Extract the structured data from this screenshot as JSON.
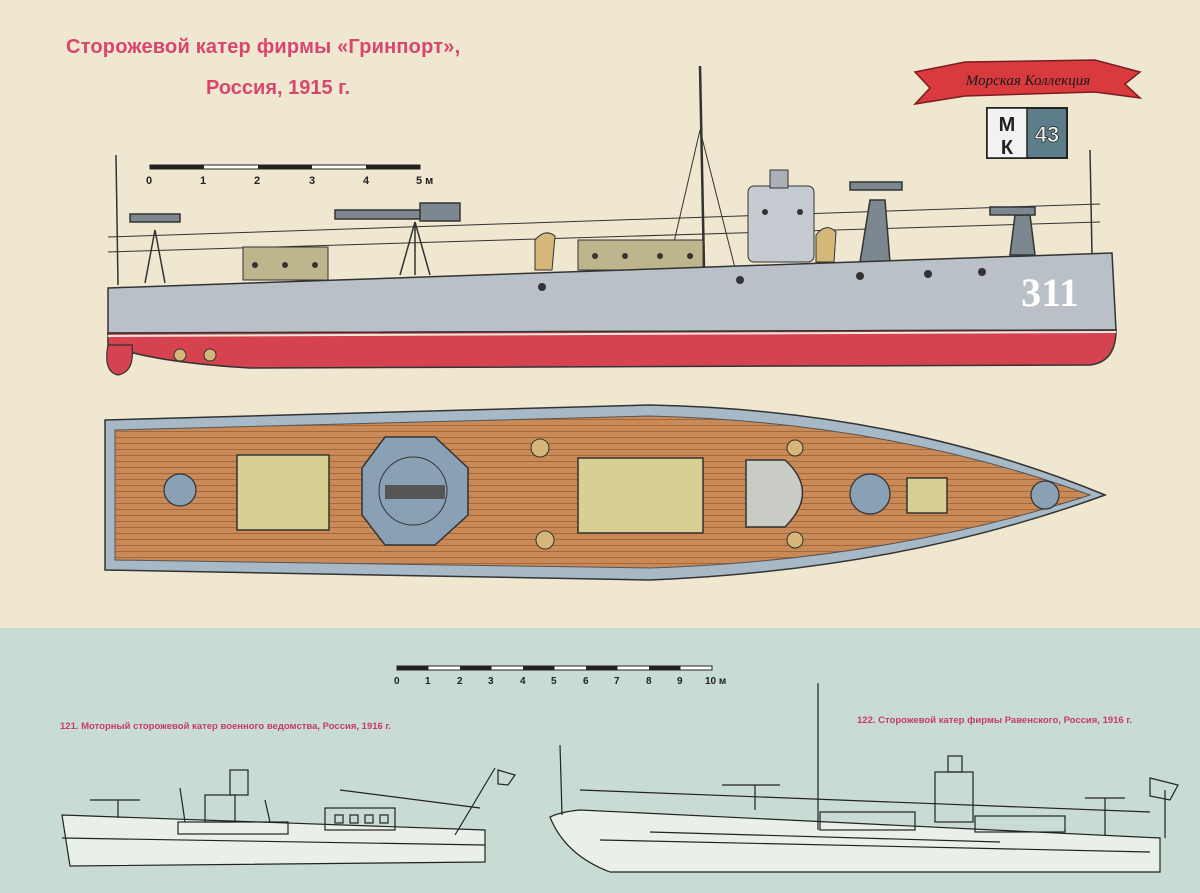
{
  "title": {
    "line1": "Сторожевой катер фирмы «Гринпорт»,",
    "line2": "Россия, 1915 г."
  },
  "logo": {
    "ribbon_text": "Морская Коллекция",
    "letter_top": "М",
    "letter_bottom": "К",
    "issue_number": "43"
  },
  "top_scale": {
    "ticks": [
      "0",
      "1",
      "2",
      "3",
      "4",
      "5 м"
    ]
  },
  "hull_number": "311",
  "bottom_scale": {
    "ticks": [
      "0",
      "1",
      "2",
      "3",
      "4",
      "5",
      "6",
      "7",
      "8",
      "9",
      "10 м"
    ]
  },
  "captions": {
    "boat_121": "121. Моторный сторожевой катер военного ведомства, Россия, 1916 г.",
    "boat_122": "122. Сторожевой катер фирмы Равенского, Россия, 1916 г."
  },
  "colors": {
    "title": "#d8466e",
    "hull_grey": "#b9c0c8",
    "hull_red": "#d4434f",
    "deck_wood": "#c98a57",
    "logo_red": "#d83a3e"
  }
}
